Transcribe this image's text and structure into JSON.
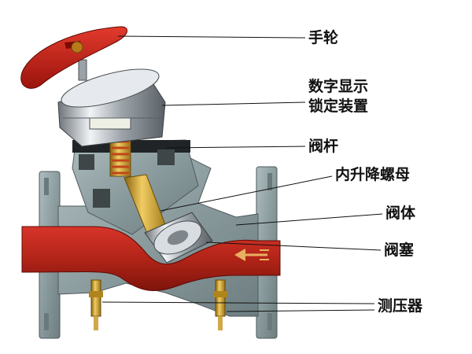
{
  "diagram": {
    "labels": {
      "handwheel": "手轮",
      "digital_lock_line1": "数字显示",
      "digital_lock_line2": "锁定装置",
      "stem": "阀杆",
      "nut": "内升降螺母",
      "body": "阀体",
      "plug": "阀塞",
      "gauge": "测压器"
    },
    "colors": {
      "handwheel": "#c41a10",
      "cast_body": "#8c9ea0",
      "flow_channel": "#b22418",
      "brass": "#c99a2c",
      "chrome": "#c8cdd2",
      "leader_line": "#111111"
    }
  }
}
